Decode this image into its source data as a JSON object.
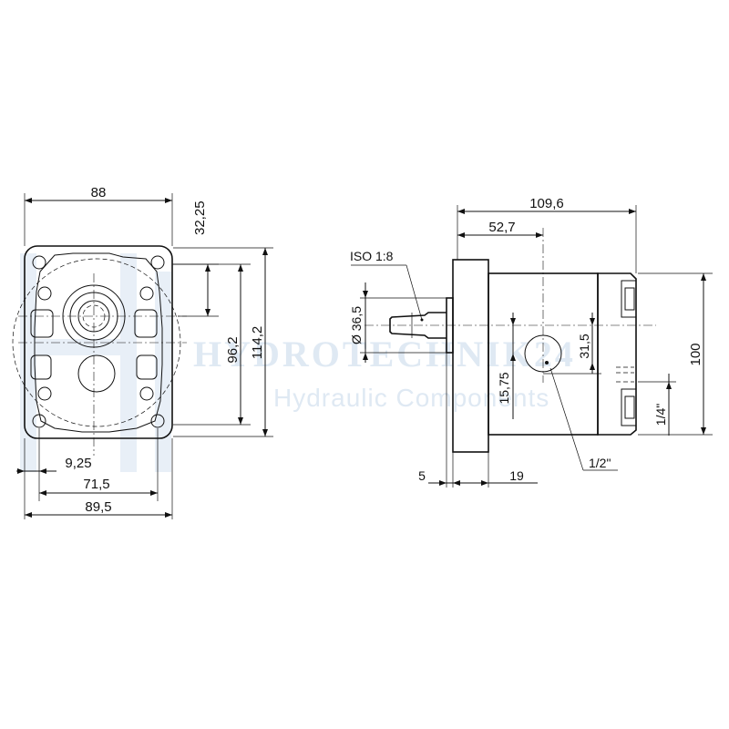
{
  "watermark": {
    "brand": "HYDROTECHNIK24",
    "tagline": "Hydraulic Components"
  },
  "front_view": {
    "width_top": "88",
    "top_offset": "32,25",
    "center_height": "96,2",
    "total_height": "114,2",
    "left_offset": "9,25",
    "bolt_spacing": "71,5",
    "total_width": "89,5"
  },
  "side_view": {
    "total_length": "109,6",
    "port_position": "52,7",
    "taper_label": "ISO 1:8",
    "shaft_diameter": "Ø 36,5",
    "port_offset": "31,5",
    "port_height": "15,75",
    "body_height": "100",
    "drain_thread": "1/4\"",
    "flange_thickness": "5",
    "shaft_length": "19",
    "port_thread": "1/2\""
  }
}
